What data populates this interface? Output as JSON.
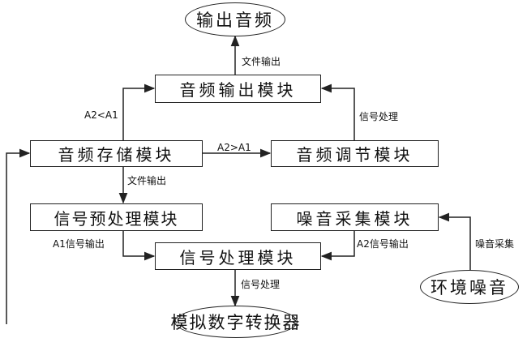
{
  "nodes": {
    "output_audio": "输出音频",
    "audio_output_module": "音频输出模块",
    "audio_storage_module": "音频存储模块",
    "audio_adjust_module": "音频调节模块",
    "signal_preprocess_module": "信号预处理模块",
    "noise_collect_module": "噪音采集模块",
    "signal_process_module": "信号处理模块",
    "ambient_noise": "环境噪音",
    "adc": "模拟数字转换器"
  },
  "labels": {
    "file_output_top": "文件输出",
    "signal_process_right": "信号处理",
    "a2_lt_a1": "A2<A1",
    "a2_gt_a1": "A2>A1",
    "file_output_mid": "文件输出",
    "a1_signal_out": "A1信号输出",
    "a2_signal_out": "A2信号输出",
    "noise_collect": "噪音采集",
    "signal_process_bottom": "信号处理"
  },
  "colors": {
    "line": "#222222",
    "text": "#111111",
    "background": "#ffffff"
  }
}
